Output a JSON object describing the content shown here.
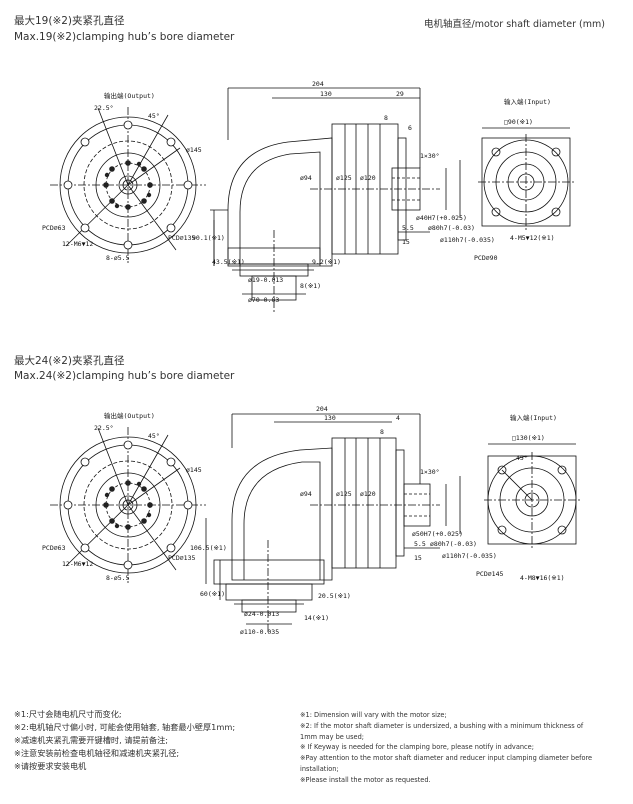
{
  "top_right_label": "电机轴直径/motor shaft diameter (mm)",
  "section1": {
    "title_cn": "最大19(※2)夹紧孔直径",
    "title_en": "Max.19(※2)clamping hub’s bore diameter",
    "labels": {
      "output": "输出端(Output)",
      "input": "输入端(Input)",
      "ang_a": "22.5°",
      "ang_b": "45°",
      "d145": "ø145",
      "pcd63": "PCD⌀63",
      "holes": "12-M6▼12",
      "d5": "8-ø5.5",
      "pcd135": "PCD⌀135",
      "l204": "204",
      "l130": "130",
      "l29": "29",
      "l8": "8",
      "l6": "6",
      "sq90": "□90(※1)",
      "ch": "1×30°",
      "d94": "ø94",
      "d125": "ø125",
      "d120": "ø120",
      "d40": "ø40H7(+0.025)",
      "d80": "ø80h7(-0.03)",
      "d110": "ø110h7(-0.035)",
      "l55": "5.5",
      "l15": "15",
      "h901": "90.1(※1)",
      "h435": "43.5(※1)",
      "l92": "9.2(※1)",
      "l8b": "8(※1)",
      "d19": "ø19-0.013",
      "d70": "ø70-0.03",
      "pcd90": "PCD⌀90",
      "m5": "4-M5▼12(※1)"
    }
  },
  "section2": {
    "title_cn": "最大24(※2)夹紧孔直径",
    "title_en": "Max.24(※2)clamping hub’s bore diameter",
    "labels": {
      "output": "输出端(Output)",
      "input": "输入端(Input)",
      "ang_a": "22.5°",
      "ang_b": "45°",
      "d145": "ø145",
      "pcd63": "PCD⌀63",
      "holes": "12-M6▼12",
      "d5": "8-ø5.5",
      "pcd135": "PCD⌀135",
      "l204": "204",
      "l130": "130",
      "l4": "4",
      "l8": "8",
      "sq130": "□130(※1)",
      "ang45": "45°",
      "ch": "1×30°",
      "d94": "ø94",
      "d125": "ø125",
      "d120": "ø120",
      "d50": "ø50H7(+0.025)",
      "d80": "ø80h7(-0.03)",
      "d110": "ø110h7(-0.035)",
      "l55": "5.5",
      "l15": "15",
      "h1065": "106.5(※1)",
      "h60": "60(※1)",
      "l205": "20.5(※1)",
      "l14": "14(※1)",
      "d24": "ø24-0.013",
      "d110b": "ø110-0.035",
      "pcd145": "PCD⌀145",
      "m8": "4-M8▼16(※1)"
    }
  },
  "notes_cn": [
    "※1:尺寸会随电机尺寸而变化;",
    "※2:电机轴尺寸偏小时, 可能会使用轴套, 轴套最小壁厚1mm;",
    "※减速机夹紧孔需要开键槽时, 请提前备注;",
    "※注意安装前检查电机轴径和减速机夹紧孔径;",
    "※请按要求安装电机"
  ],
  "notes_en": [
    "※1: Dimension will vary with the motor size;",
    "※2: If the motor shaft diameter is undersized, a bushing with a minimum thickness of 1mm may be used;",
    "※ If Keyway is needed for the clamping bore, please notify in advance;",
    "※Pay attention to the motor shaft diameter and reducer input clamping diameter before installation;",
    "※Please install the motor as requested."
  ]
}
